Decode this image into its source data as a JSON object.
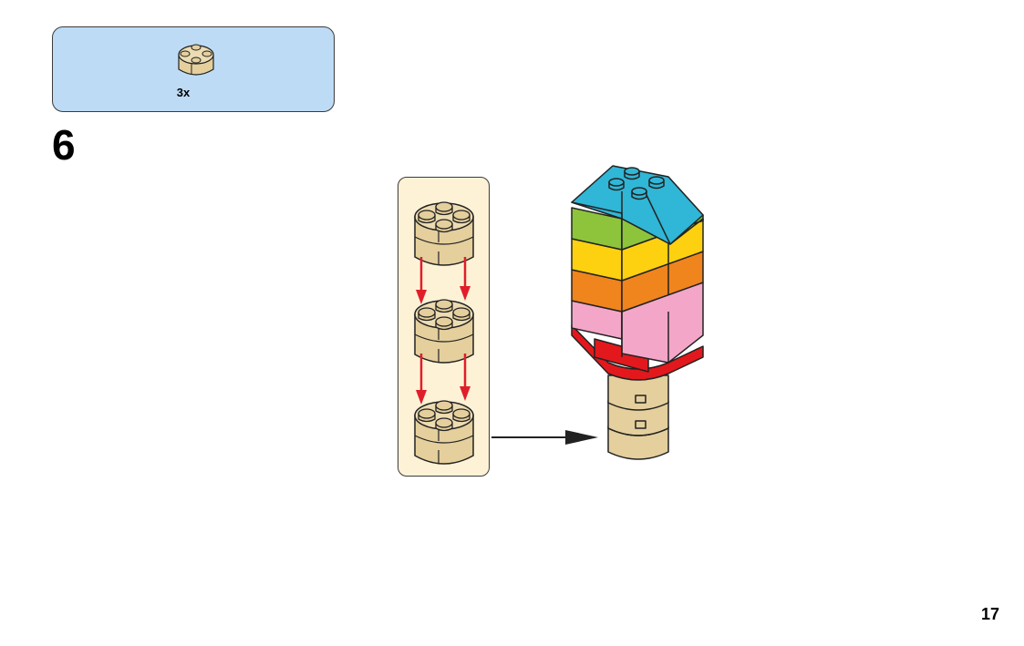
{
  "parts_list": {
    "items": [
      {
        "icon": "tan-2x2-round-brick-icon",
        "quantity": "3x"
      }
    ]
  },
  "step": {
    "number": "6"
  },
  "callout": {
    "bricks": [
      "tan-2x2-round-brick-icon",
      "tan-2x2-round-brick-icon",
      "tan-2x2-round-brick-icon"
    ]
  },
  "model": {
    "layers": [
      "tan",
      "tan",
      "red",
      "pink",
      "orange",
      "yellow",
      "green",
      "blue"
    ]
  },
  "colors": {
    "parts_panel": "#bddbf5",
    "callout_panel": "#fdf2d6",
    "tan": "#e4cf9d",
    "tan_dark": "#c9b07c",
    "red": "#e3181d",
    "pink": "#f3a6c8",
    "orange": "#f0841d",
    "yellow": "#fdd10f",
    "green": "#8dc43c",
    "blue": "#30b6d6",
    "arrow_red": "#e01e2b"
  },
  "page": {
    "number": "17"
  }
}
